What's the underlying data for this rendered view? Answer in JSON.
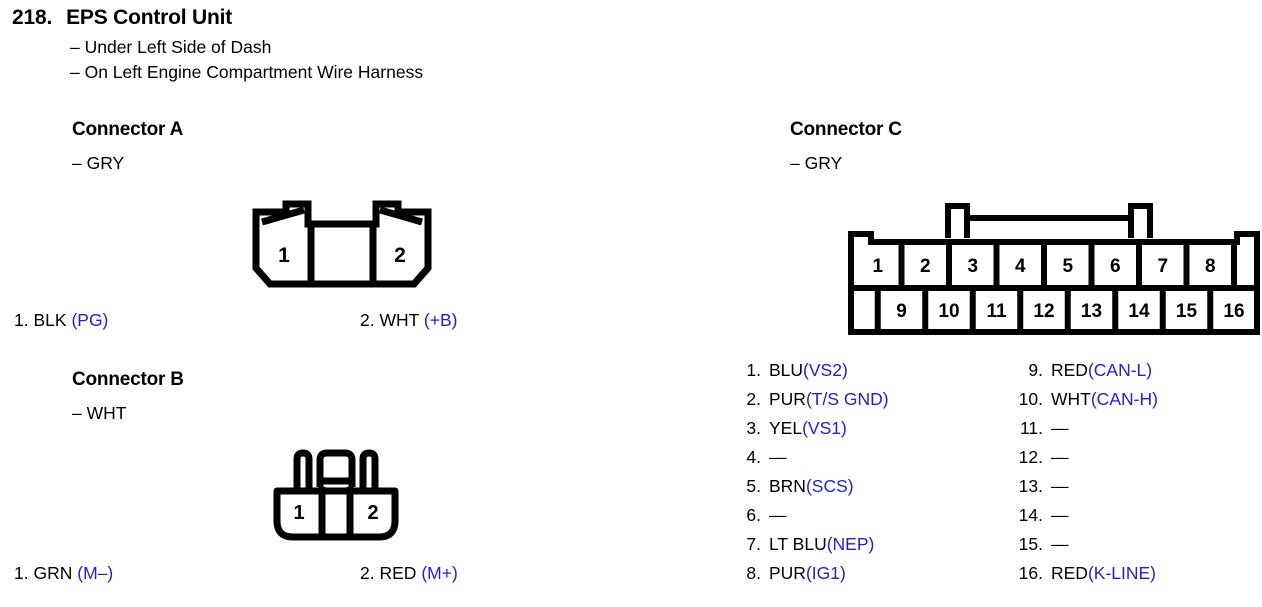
{
  "header": {
    "number": "218.",
    "title": "EPS Control Unit",
    "locations": [
      "– Under Left Side of Dash",
      "– On Left Engine Compartment Wire Harness"
    ]
  },
  "connector_a": {
    "heading": "Connector A",
    "color": "– GRY",
    "cells": [
      "1",
      "2"
    ],
    "pins": [
      {
        "num": "1.",
        "wire": "BLK",
        "signal": "(PG)"
      },
      {
        "num": "2.",
        "wire": "WHT",
        "signal": "(+B)"
      }
    ]
  },
  "connector_b": {
    "heading": "Connector B",
    "color": "– WHT",
    "cells": [
      "1",
      "2"
    ],
    "pins": [
      {
        "num": "1.",
        "wire": "GRN",
        "signal": "(M–)"
      },
      {
        "num": "2.",
        "wire": "RED",
        "signal": "(M+)"
      }
    ]
  },
  "connector_c": {
    "heading": "Connector C",
    "color": "– GRY",
    "top_row": [
      "1",
      "2",
      "3",
      "4",
      "5",
      "6",
      "7",
      "8"
    ],
    "bottom_row": [
      "9",
      "10",
      "11",
      "12",
      "13",
      "14",
      "15",
      "16"
    ],
    "pins_left": [
      {
        "num": "1.",
        "value": "BLU ",
        "signal": "(VS2)"
      },
      {
        "num": "2.",
        "value": "PUR ",
        "signal": "(T/S GND)"
      },
      {
        "num": "3.",
        "value": "YEL ",
        "signal": "(VS1)"
      },
      {
        "num": "4.",
        "value": "—",
        "signal": ""
      },
      {
        "num": "5.",
        "value": "BRN ",
        "signal": "(SCS)"
      },
      {
        "num": "6.",
        "value": "—",
        "signal": ""
      },
      {
        "num": "7.",
        "value": "LT BLU ",
        "signal": "(NEP)"
      },
      {
        "num": "8.",
        "value": "PUR ",
        "signal": "(IG1)"
      }
    ],
    "pins_right": [
      {
        "num": "9.",
        "value": "RED ",
        "signal": "(CAN-L)"
      },
      {
        "num": "10.",
        "value": "WHT ",
        "signal": "(CAN-H)"
      },
      {
        "num": "11.",
        "value": "—",
        "signal": ""
      },
      {
        "num": "12.",
        "value": "—",
        "signal": ""
      },
      {
        "num": "13.",
        "value": "—",
        "signal": ""
      },
      {
        "num": "14.",
        "value": "—",
        "signal": ""
      },
      {
        "num": "15.",
        "value": "—",
        "signal": ""
      },
      {
        "num": "16.",
        "value": "RED ",
        "signal": "(K-LINE)"
      }
    ]
  },
  "colors": {
    "ink": "#000000",
    "signal_blue": "#2222CC",
    "paper": "#FFFFFF"
  }
}
